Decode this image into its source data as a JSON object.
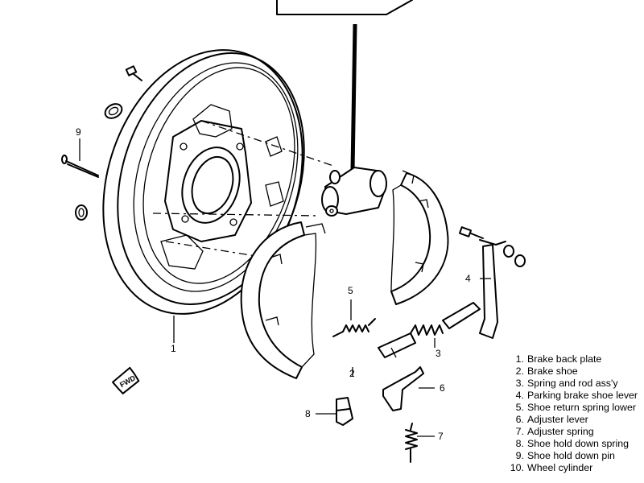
{
  "callouts": {
    "brake_back_plate": "1",
    "brake_shoe": "2",
    "spring_rod": "3",
    "parking_lever": "4",
    "return_spring": "5",
    "adjuster_lever": "6",
    "adjuster_spring": "7",
    "hold_down_spring": "8",
    "hold_down_pin": "9"
  },
  "fwd_label": "FWD",
  "legend": [
    {
      "num": "1.",
      "text": "Brake back plate"
    },
    {
      "num": "2.",
      "text": "Brake shoe"
    },
    {
      "num": "3.",
      "text": "Spring and rod ass'y"
    },
    {
      "num": "4.",
      "text": "Parking brake shoe lever"
    },
    {
      "num": "5.",
      "text": "Shoe return spring lower"
    },
    {
      "num": "6.",
      "text": "Adjuster lever"
    },
    {
      "num": "7.",
      "text": "Adjuster spring"
    },
    {
      "num": "8.",
      "text": "Shoe hold down spring"
    },
    {
      "num": "9.",
      "text": "Shoe hold down pin"
    },
    {
      "num": "10.",
      "text": "Wheel cylinder"
    }
  ]
}
